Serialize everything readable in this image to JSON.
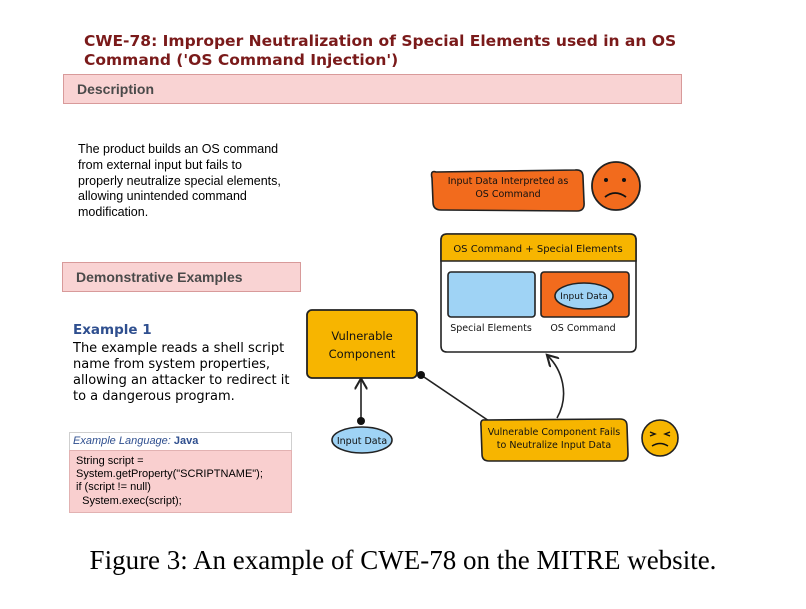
{
  "cwe": {
    "title_line1": "CWE-78: Improper Neutralization of Special Elements used in an OS",
    "title_line2": "Command ('OS Command Injection')"
  },
  "description": {
    "heading": "Description",
    "lines": [
      "The product builds an OS command",
      "from external input but fails to",
      "properly neutralize special elements,",
      "allowing unintended command",
      "modification."
    ]
  },
  "examples": {
    "heading": "Demonstrative Examples",
    "example_title": "Example 1",
    "lines": [
      "The example reads a shell script",
      "name from system properties,",
      "allowing an attacker to redirect it",
      "to a dangerous program."
    ],
    "language_label": "Example Language:",
    "language_value": "Java",
    "code_lines": [
      "String script =",
      "System.getProperty(\"SCRIPTNAME\");",
      "if (script != null)",
      "  System.exec(script);"
    ]
  },
  "diagram": {
    "interpreted_line1": "Input Data Interpreted as",
    "interpreted_line2": "OS Command",
    "os_box_title": "OS Command + Special Elements",
    "special_elements_label": "Special Elements",
    "os_command_label": "OS Command",
    "inner_input_label": "Input Data",
    "vulnerable_line1": "Vulnerable",
    "vulnerable_line2": "Component",
    "input_data_label": "Input Data",
    "fails_line1": "Vulnerable Component Fails",
    "fails_line2": "to Neutralize Input Data",
    "colors": {
      "orange": "#f26b1d",
      "yellow": "#f7b500",
      "light_blue": "#9fd3f5",
      "pink": "#f9d3d3"
    }
  },
  "caption": "Figure 3: An example of CWE-78 on the MITRE website."
}
